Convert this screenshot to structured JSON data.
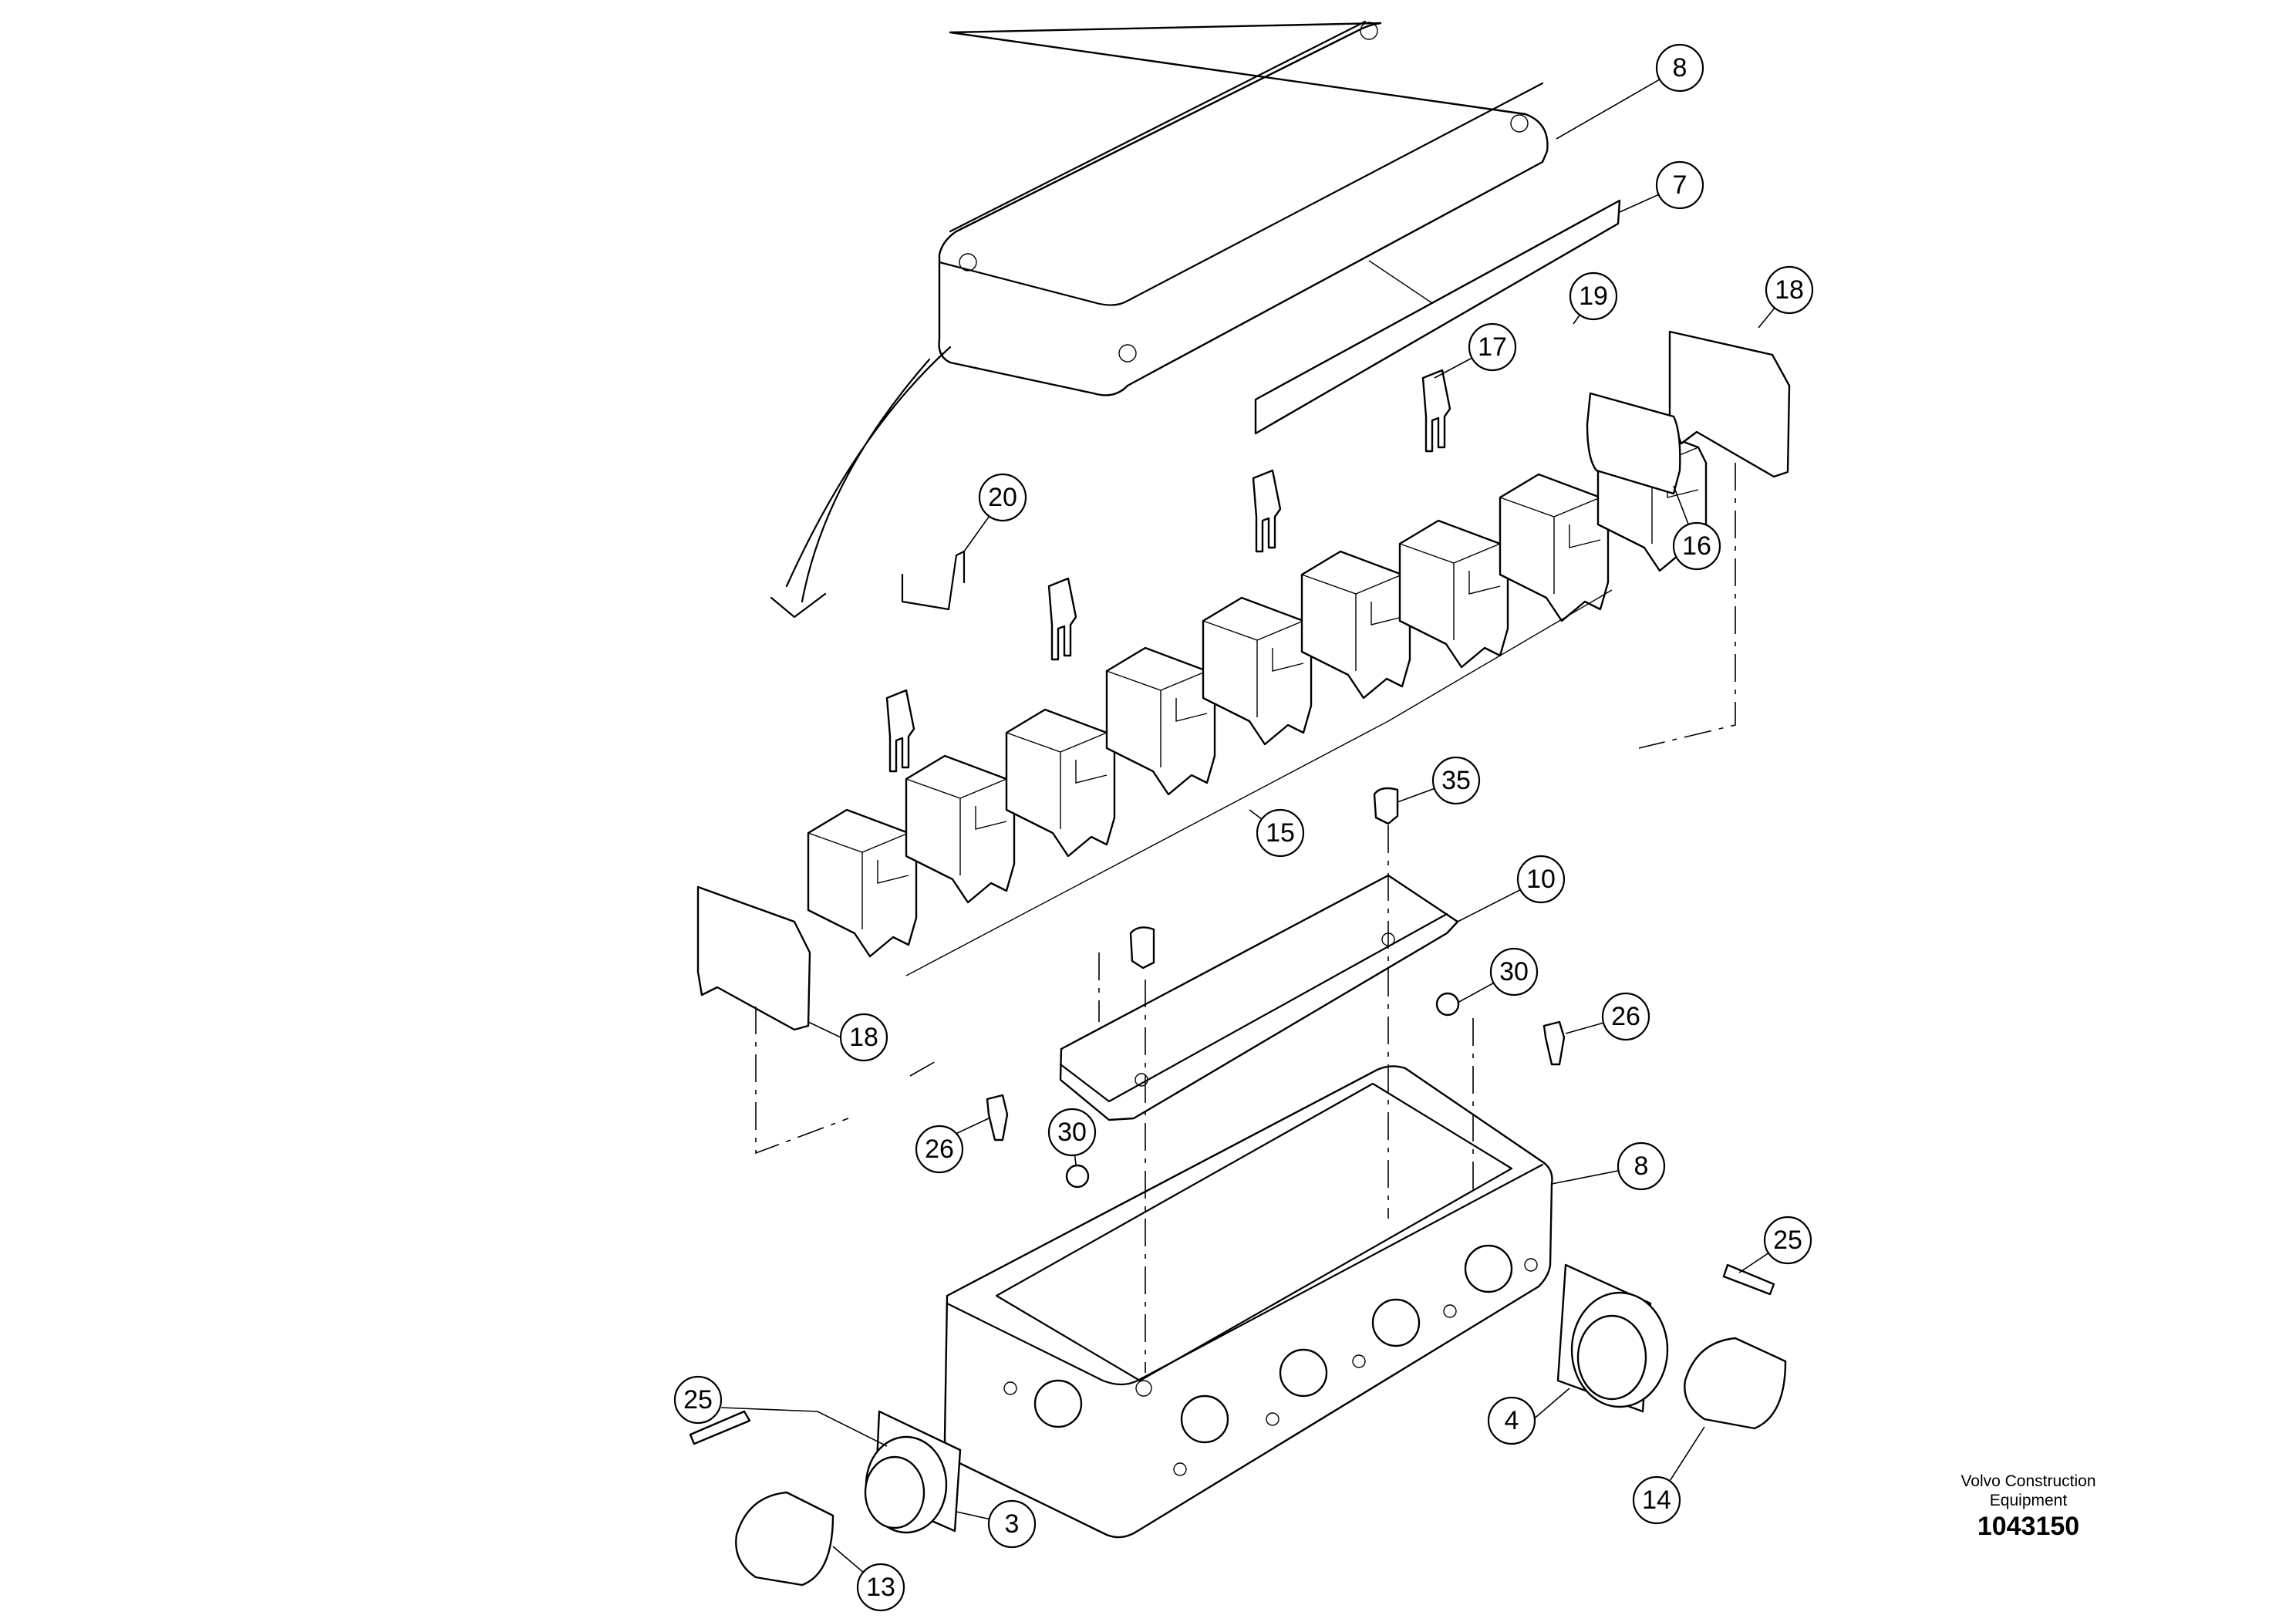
{
  "diagram": {
    "type": "exploded-parts-view",
    "callouts": [
      "8",
      "7",
      "19",
      "17",
      "18",
      "16",
      "20",
      "15",
      "35",
      "10",
      "30",
      "26",
      "18",
      "26",
      "30",
      "8",
      "25",
      "25",
      "4",
      "14",
      "3",
      "13"
    ]
  },
  "footer": {
    "brand_line1": "Volvo Construction",
    "brand_line2": "Equipment",
    "part_code": "1043150"
  }
}
